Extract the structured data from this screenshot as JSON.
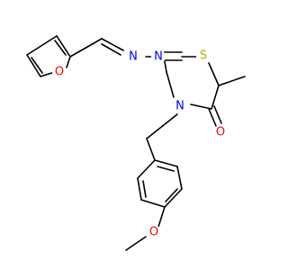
{
  "molecule": {
    "atoms": {
      "furan_o": {
        "symbol": "O",
        "color": "#ff0000"
      },
      "imine_n": {
        "symbol": "N",
        "color": "#0000ff"
      },
      "hydrazone_n": {
        "symbol": "N",
        "color": "#0000ff"
      },
      "ring_s": {
        "symbol": "S",
        "color": "#b2b200"
      },
      "ring_n": {
        "symbol": "N",
        "color": "#0000ff"
      },
      "carbonyl_o": {
        "symbol": "O",
        "color": "#ff0000"
      },
      "ether_o": {
        "symbol": "O",
        "color": "#ff0000"
      }
    }
  }
}
